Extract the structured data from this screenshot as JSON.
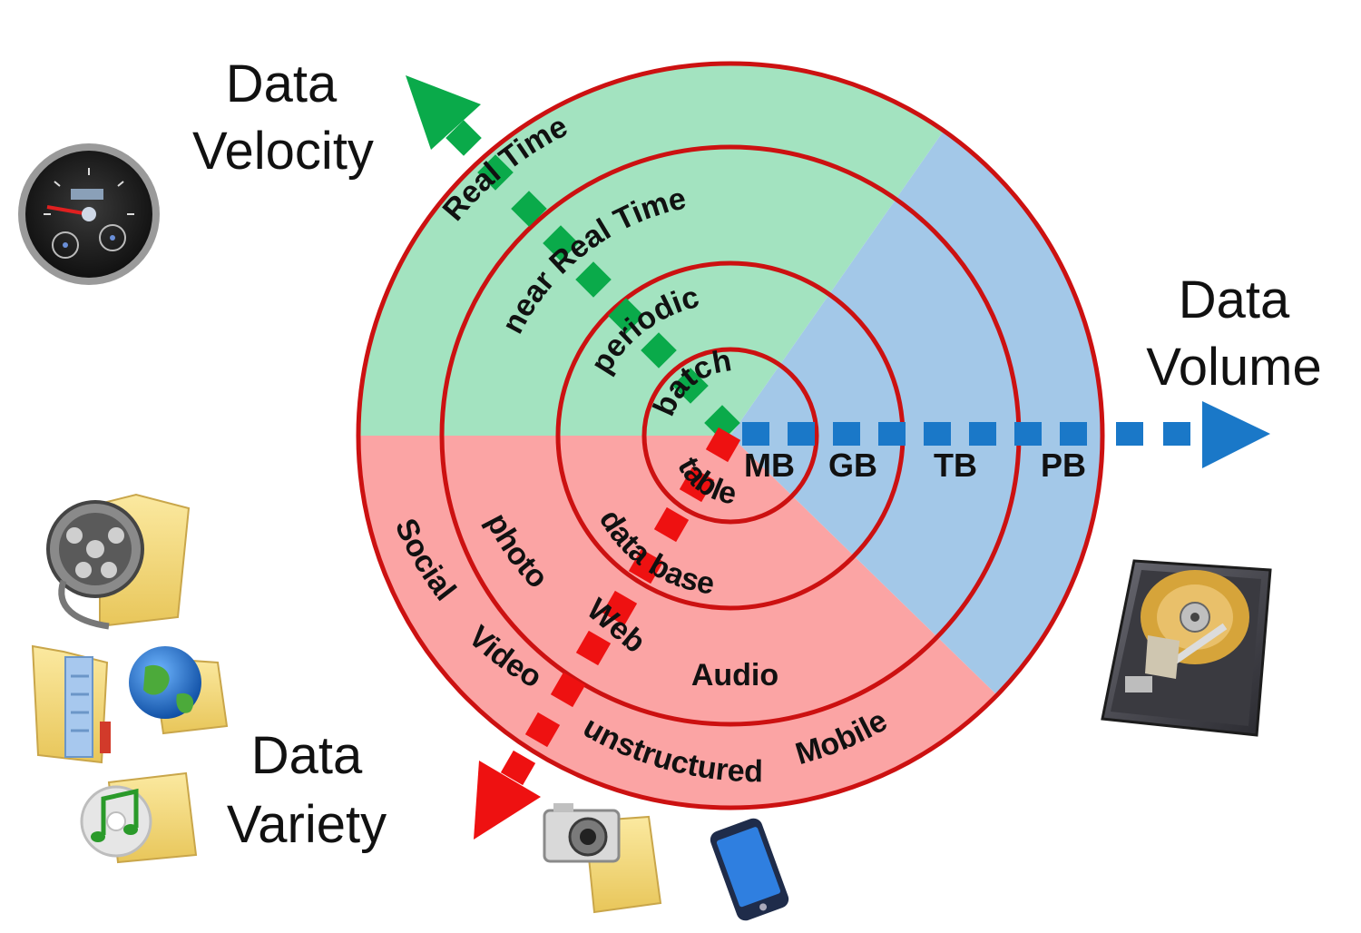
{
  "axes": {
    "velocity": {
      "title_line1": "Data",
      "title_line2": "Velocity",
      "levels": [
        "batch",
        "periodic",
        "near Real Time",
        "Real Time"
      ],
      "color": "#0aaa4a"
    },
    "volume": {
      "title_line1": "Data",
      "title_line2": "Volume",
      "levels": [
        "MB",
        "GB",
        "TB",
        "PB"
      ],
      "color": "#1a78c8"
    },
    "variety": {
      "title_line1": "Data",
      "title_line2": "Variety",
      "levels": [
        "table",
        "data base",
        "photo",
        "Web",
        "Audio",
        "Social",
        "Video",
        "unstructured",
        "Mobile"
      ],
      "color": "#ee1111"
    }
  },
  "colors": {
    "velocity_sector": "#a3e3c0",
    "volume_sector": "#a3c8e8",
    "variety_sector": "#fba4a4",
    "ring_stroke": "#cc1111"
  },
  "icons": {
    "velocity": "speedometer-icon",
    "volume": "hard-drive-icon",
    "variety": [
      "film-reel-folder-icon",
      "document-folder-icon",
      "globe-folder-icon",
      "music-folder-icon",
      "camera-folder-icon",
      "smartphone-icon"
    ]
  }
}
